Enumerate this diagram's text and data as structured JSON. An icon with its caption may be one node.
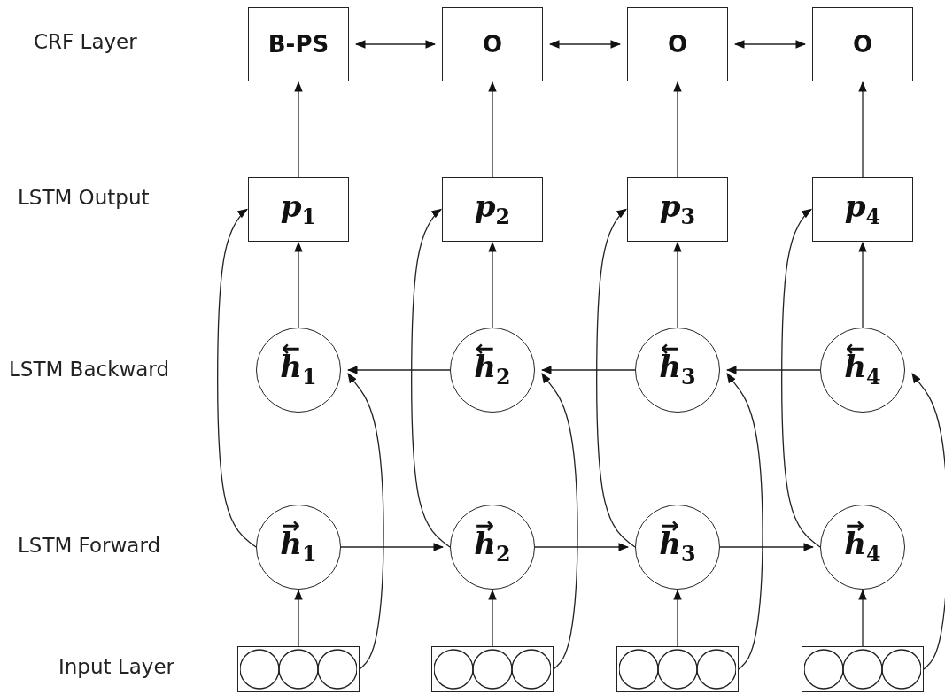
{
  "diagram": {
    "nodes": [
      {
        "text": [
          "B-PS"
        ]
      },
      {
        "text": [
          "O"
        ]
      },
      {
        "text": [
          "O"
        ]
      },
      {
        "text": [
          "O"
        ]
      },
      {
        "text": [
          "p$_{1}$"
        ]
      },
      {
        "text": [
          "p$_{2}$"
        ]
      },
      {
        "text": [
          "p$_{3}$"
        ]
      },
      {
        "text": [
          "p$_{4}$"
        ]
      },
      {
        "text": [
          "$^{←}$h$_{1}$"
        ]
      },
      {
        "text": [
          "$^{←}$h$_{2}$"
        ]
      },
      {
        "text": [
          "$^{←}$h$_{3}$"
        ]
      },
      {
        "text": [
          "$^{←}$h$_{4}$"
        ]
      },
      {
        "text": [
          "$^{→}$h$_{1}$"
        ]
      },
      {
        "text": [
          "$^{→}$h$_{2}$"
        ]
      },
      {
        "text": [
          "$^{→}$h$_{3}$"
        ]
      },
      {
        "text": [
          "$^{→}$h$_{4}$"
        ]
      },
      {
        "text": [],
        "shape": "box"
      },
      {
        "text": [],
        "shape": "box"
      },
      {
        "text": [],
        "shape": "box"
      },
      {
        "text": [],
        "shape": "box"
      }
    ],
    "edges": [
      {
        "from": 0,
        "to": 1,
        "arrow": "both"
      },
      {
        "from": 1,
        "to": 2,
        "arrow": "both"
      },
      {
        "from": 2,
        "to": 3,
        "arrow": "both"
      },
      {
        "from": 4,
        "to": 0,
        "arrow": "to"
      },
      {
        "from": 5,
        "to": 1,
        "arrow": "to"
      },
      {
        "from": 6,
        "to": 2,
        "arrow": "to"
      },
      {
        "from": 7,
        "to": 3,
        "arrow": "to"
      },
      {
        "from": 8,
        "to": 4,
        "arrow": "to"
      },
      {
        "from": 9,
        "to": 5,
        "arrow": "to"
      },
      {
        "from": 10,
        "to": 6,
        "arrow": "to"
      },
      {
        "from": 11,
        "to": 7,
        "arrow": "to"
      },
      {
        "from": 12,
        "to": 4,
        "arrow": "to"
      },
      {
        "from": 13,
        "to": 5,
        "arrow": "to"
      },
      {
        "from": 14,
        "to": 6,
        "arrow": "to"
      },
      {
        "from": 15,
        "to": 7,
        "arrow": "to"
      },
      {
        "from": 16,
        "to": 12,
        "arrow": "to"
      },
      {
        "from": 17,
        "to": 13,
        "arrow": "to"
      },
      {
        "from": 18,
        "to": 14,
        "arrow": "to"
      },
      {
        "from": 19,
        "to": 15,
        "arrow": "to"
      },
      {
        "from": 16,
        "to": 8,
        "arrow": "to"
      },
      {
        "from": 17,
        "to": 9,
        "arrow": "to"
      },
      {
        "from": 18,
        "to": 10,
        "arrow": "to"
      },
      {
        "from": 19,
        "to": 11,
        "arrow": "to"
      },
      {
        "from": 12,
        "to": 13,
        "arrow": "to"
      },
      {
        "from": 13,
        "to": 14,
        "arrow": "to"
      },
      {
        "from": 14,
        "to": 15,
        "arrow": "to"
      },
      {
        "from": 11,
        "to": 10,
        "arrow": "to"
      },
      {
        "from": 10,
        "to": 9,
        "arrow": "to"
      },
      {
        "from": 9,
        "to": 8,
        "arrow": "to"
      }
    ],
    "labels": [
      "CRF Layer",
      "LSTM Output",
      "LSTM Backward",
      "LSTM Forward",
      "Input Layer"
    ]
  }
}
